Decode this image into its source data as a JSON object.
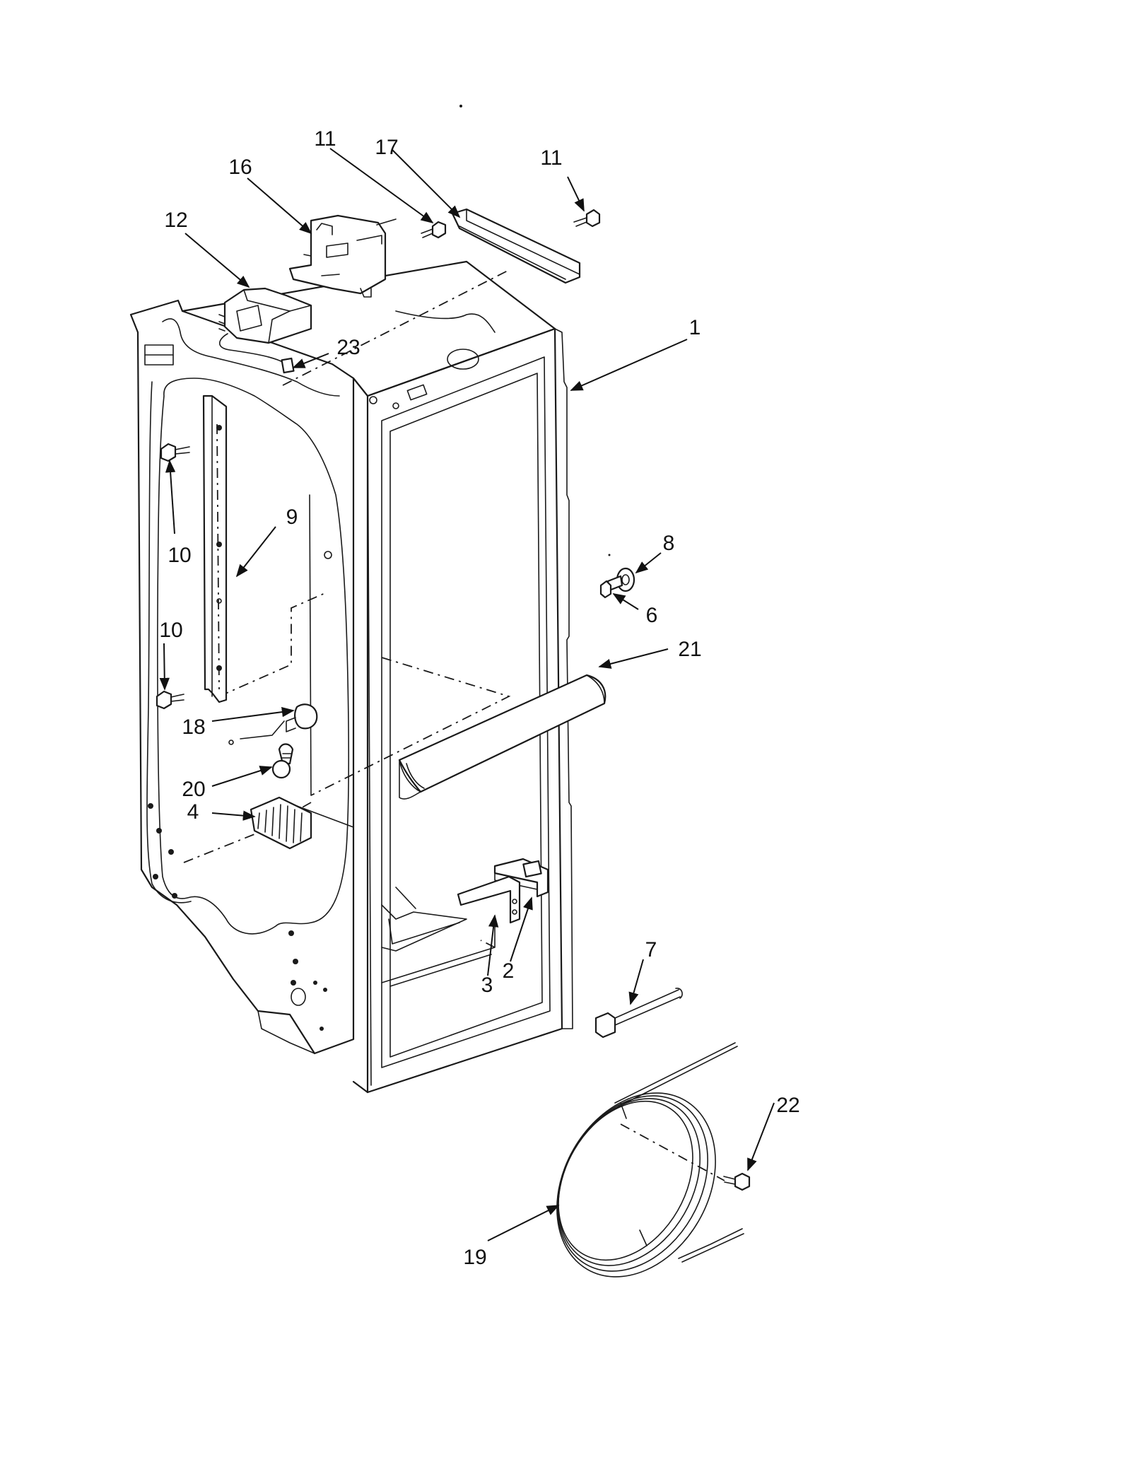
{
  "callouts": [
    {
      "id": "c1",
      "text": "1"
    },
    {
      "id": "c2",
      "text": "2"
    },
    {
      "id": "c3",
      "text": "3"
    },
    {
      "id": "c4",
      "text": "4"
    },
    {
      "id": "c6",
      "text": "6"
    },
    {
      "id": "c7",
      "text": "7"
    },
    {
      "id": "c8",
      "text": "8"
    },
    {
      "id": "c9",
      "text": "9"
    },
    {
      "id": "c10a",
      "text": "10"
    },
    {
      "id": "c10b",
      "text": "10"
    },
    {
      "id": "c11a",
      "text": "11"
    },
    {
      "id": "c11b",
      "text": "11"
    },
    {
      "id": "c12",
      "text": "12"
    },
    {
      "id": "c16",
      "text": "16"
    },
    {
      "id": "c17",
      "text": "17"
    },
    {
      "id": "c18",
      "text": "18"
    },
    {
      "id": "c19",
      "text": "19"
    },
    {
      "id": "c20",
      "text": "20"
    },
    {
      "id": "c21",
      "text": "21"
    },
    {
      "id": "c22",
      "text": "22"
    },
    {
      "id": "c23",
      "text": "23"
    }
  ]
}
